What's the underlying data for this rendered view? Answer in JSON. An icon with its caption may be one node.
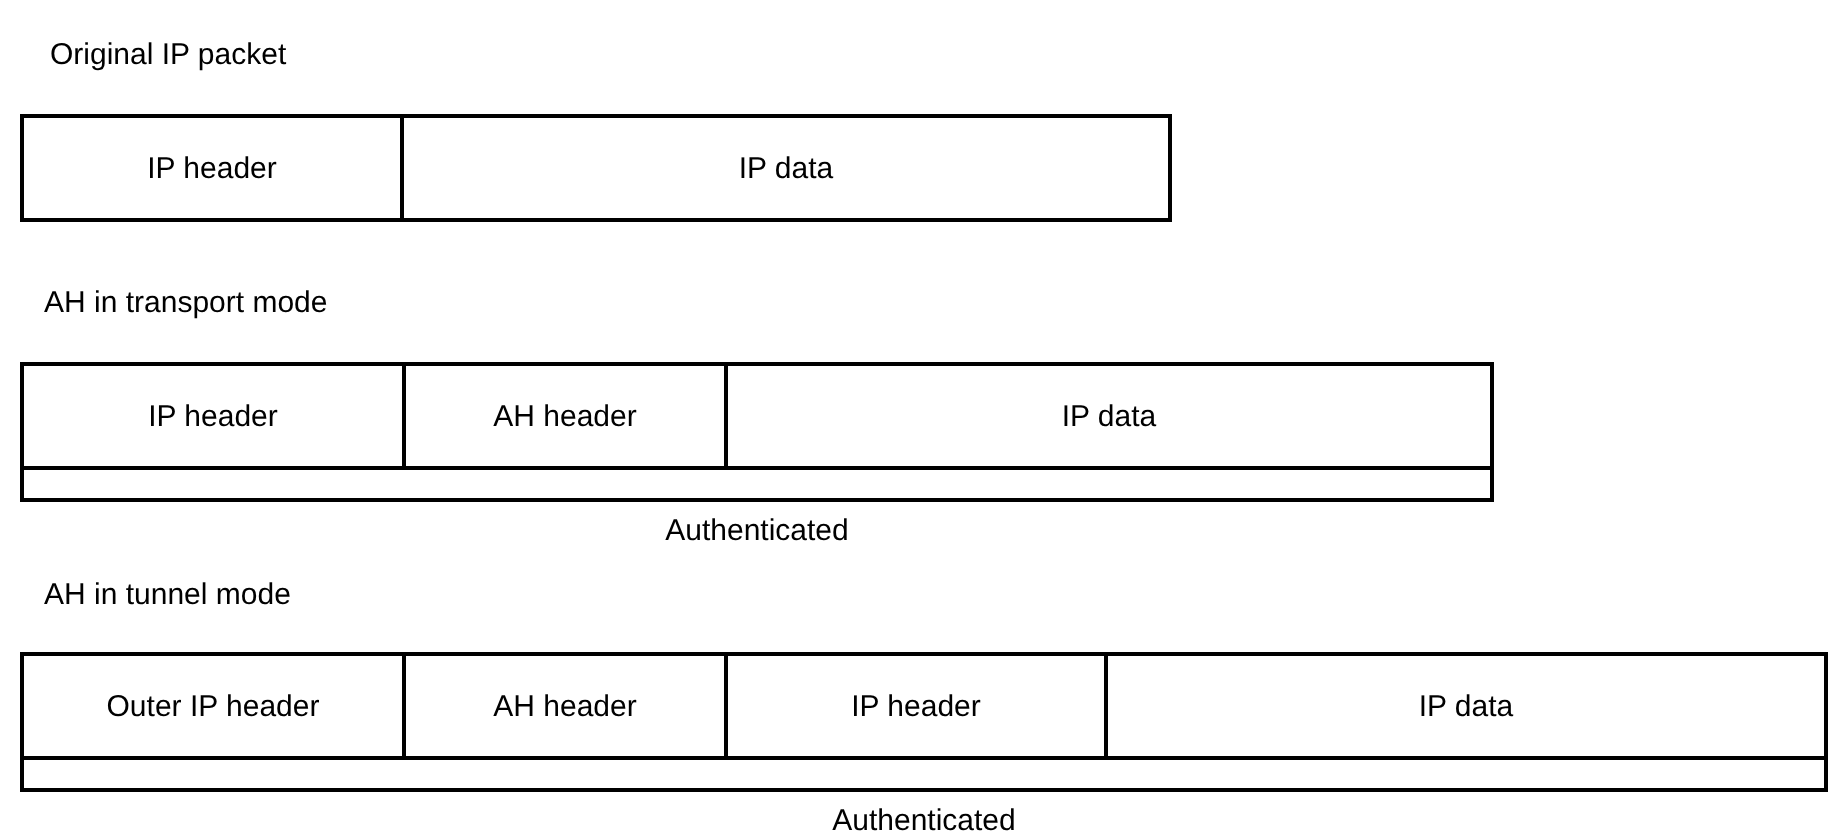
{
  "diagram": {
    "nodes": [
      {
        "text": [
          "IP header"
        ]
      },
      {
        "text": [
          "IP data"
        ]
      },
      {
        "text": [
          "IP header"
        ]
      },
      {
        "text": [
          "AH header"
        ]
      },
      {
        "text": [
          "IP data"
        ]
      },
      {
        "text": [
          "Authenticated"
        ]
      },
      {
        "text": [
          "Outer IP header"
        ]
      },
      {
        "text": [
          "AH header"
        ]
      },
      {
        "text": [
          "IP header"
        ]
      },
      {
        "text": [
          "IP data"
        ]
      },
      {
        "text": [
          "Authenticated"
        ]
      }
    ],
    "labels": [
      "Original IP packet",
      "AH in transport mode",
      "AH in tunnel mode"
    ]
  }
}
